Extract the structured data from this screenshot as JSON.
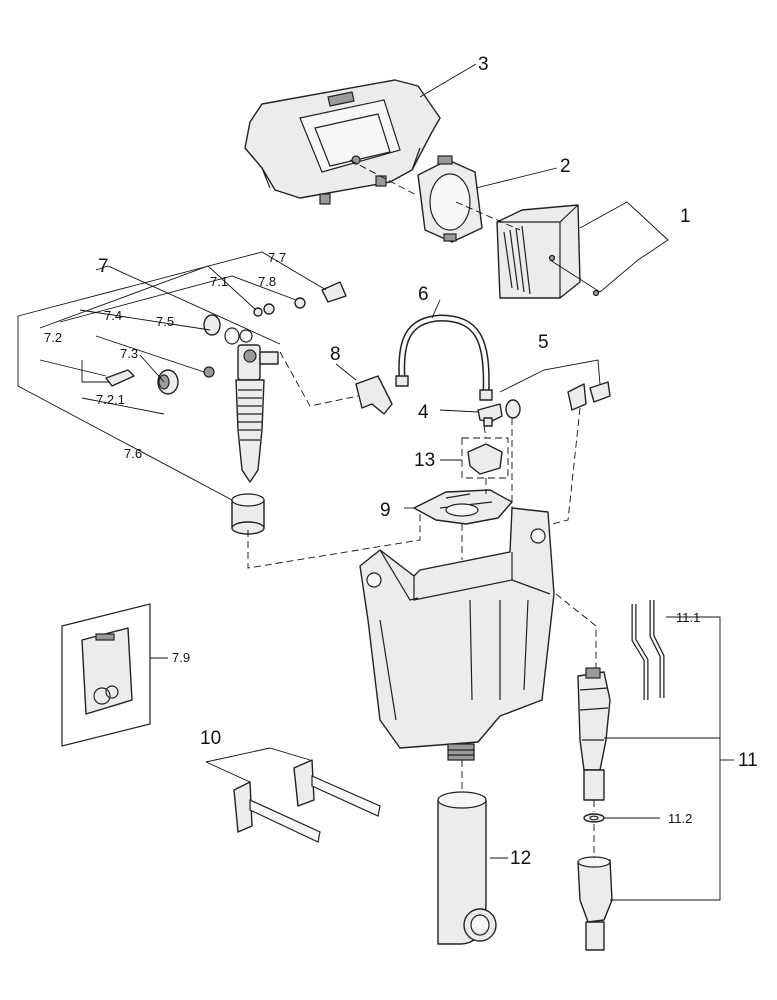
{
  "labels": {
    "p1": "1",
    "p2": "2",
    "p3": "3",
    "p4": "4",
    "p5": "5",
    "p6": "6",
    "p7": "7",
    "p7_1": "7.1",
    "p7_2": "7.2",
    "p7_2_1": "7.2.1",
    "p7_3": "7.3",
    "p7_4": "7.4",
    "p7_5": "7.5",
    "p7_6": "7.6",
    "p7_7": "7.7",
    "p7_8": "7.8",
    "p7_9": "7.9",
    "p8": "8",
    "p9": "9",
    "p10": "10",
    "p11": "11",
    "p11_1": "11.1",
    "p11_2": "11.2",
    "p12": "12",
    "p13": "13"
  }
}
